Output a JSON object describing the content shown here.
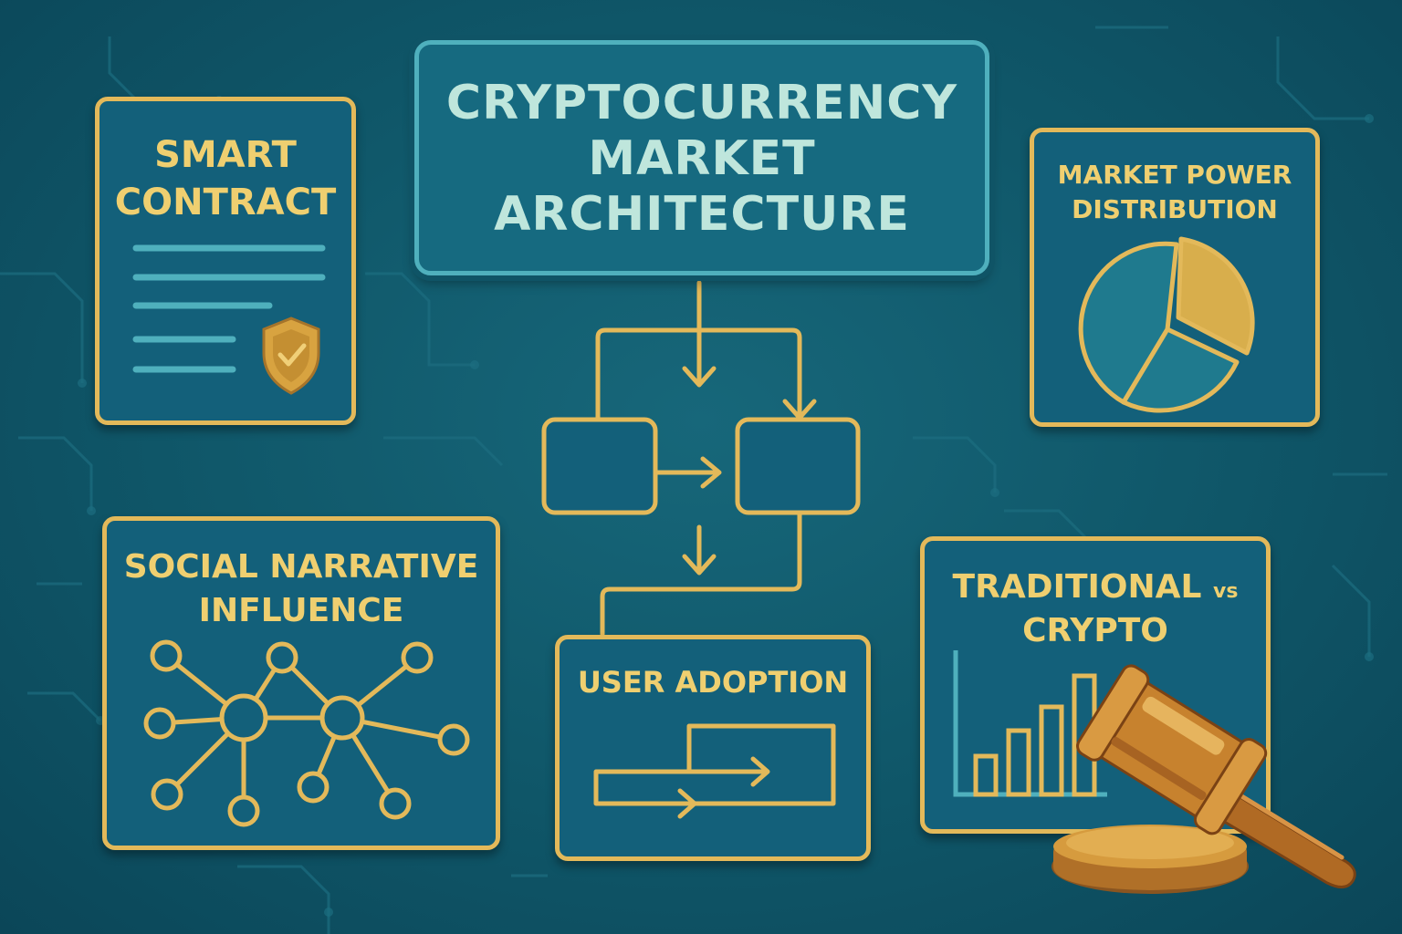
{
  "title": {
    "line1": "CRYPTOCURRENCY",
    "line2": "MARKET",
    "line3": "ARCHITECTURE"
  },
  "panels": {
    "smart_contract": {
      "line1": "SMART",
      "line2": "CONTRACT"
    },
    "market_power": {
      "line1": "MARKET POWER",
      "line2": "DISTRIBUTION"
    },
    "social_narrative": {
      "line1": "SOCIAL NARRATIVE",
      "line2": "INFLUENCE"
    },
    "user_adoption": {
      "label": "USER ADOPTION"
    },
    "traditional_vs_crypto": {
      "line1_main": "TRADITIONAL",
      "line1_vs": "vs",
      "line2": "CRYPTO"
    }
  },
  "icons": {
    "contract": "shield-check-icon",
    "pie": "pie-chart-icon",
    "network": "network-graph-icon",
    "bars": "bar-chart-icon",
    "gavel": "gavel-icon"
  },
  "colors": {
    "background": "#0f5668",
    "gold": "#e3b95a",
    "title_text": "#bfe6dc",
    "title_border": "#4fb0bd",
    "pie_gold": "#d8ae4c",
    "pie_teal": "#1f7a8e",
    "list_lines": "#4fb0bd"
  }
}
